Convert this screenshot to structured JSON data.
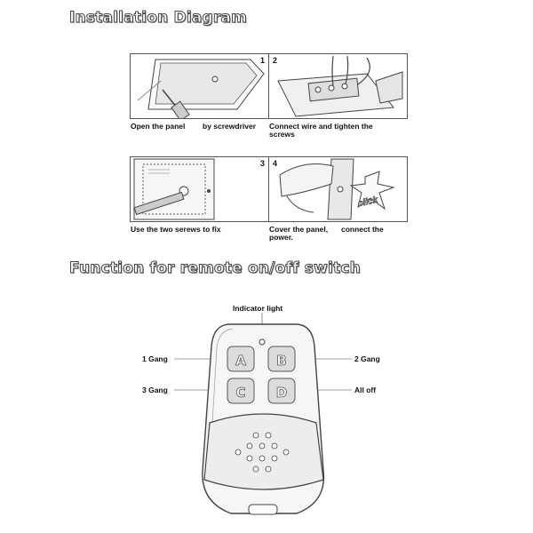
{
  "installation": {
    "title": "Installation Diagram",
    "steps": [
      {
        "number": "1",
        "caption_left": "Open the panel",
        "caption_right": "by screwdriver"
      },
      {
        "number": "2",
        "caption_line1": "Connect wire and tighten the",
        "caption_line2": "screws"
      },
      {
        "number": "3",
        "caption": "Use the two serews to fix"
      },
      {
        "number": "4",
        "caption_line1": "Cover the panel,",
        "caption_line1_right": "connect the",
        "caption_line2": "power.",
        "click_text": "click"
      }
    ]
  },
  "remote": {
    "title": "Function for remote on/off switch",
    "indicator_label": "Indicator light",
    "buttons": [
      {
        "key": "A",
        "function": "1 Gang"
      },
      {
        "key": "B",
        "function": "2 Gang"
      },
      {
        "key": "C",
        "function": "3 Gang"
      },
      {
        "key": "D",
        "function": "All off"
      }
    ]
  },
  "colors": {
    "line": "#444444",
    "remote_body": "#f2f2f2",
    "button_fill": "#dcdcdc"
  }
}
